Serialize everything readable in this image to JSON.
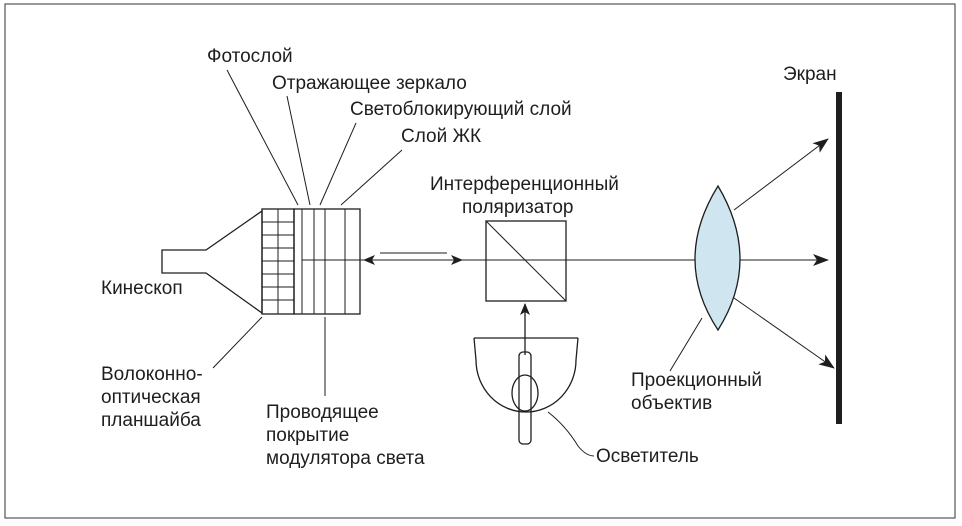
{
  "labels": {
    "photolayer": "Фотослой",
    "mirror": "Отражающее зеркало",
    "blocking_layer": "Светоблокирующий слой",
    "lc_layer": "Слой ЖК",
    "polarizer_line1": "Интерференционный",
    "polarizer_line2": "поляризатор",
    "screen": "Экран",
    "kinescope": "Кинескоп",
    "fiber_line1": "Волоконно-",
    "fiber_line2": "оптическая",
    "fiber_line3": "планшайба",
    "coating_line1": "Проводящее",
    "coating_line2": "покрытие",
    "coating_line3": "модулятора света",
    "lens_line1": "Проекционный",
    "lens_line2": "объектив",
    "illuminator": "Осветитель"
  },
  "colors": {
    "lines": "#1e1e1e",
    "lens_fill": "#cfe6f0",
    "border": "#555555",
    "background": "#ffffff"
  }
}
